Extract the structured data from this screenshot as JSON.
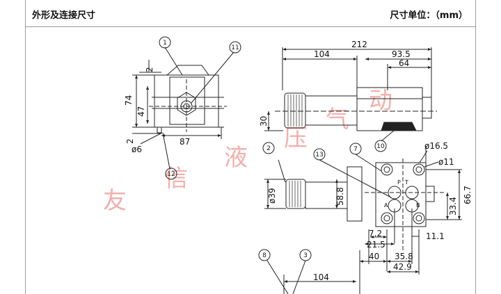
{
  "header": {
    "title": "外形及连接尺寸",
    "unit": "尺寸单位：（mm）"
  },
  "watermark": [
    "友",
    "信",
    "液",
    "压",
    "气",
    "动"
  ],
  "callouts": [
    "1",
    "11",
    "2",
    "12",
    "7",
    "13",
    "10",
    "8",
    "3"
  ],
  "dims": {
    "d212": "212",
    "d104a": "104",
    "d93_5": "93.5",
    "d64": "64",
    "d74": "74",
    "d47": "47",
    "d2a": "2",
    "d2b": "2",
    "d87": "87",
    "phi6": "ø6",
    "d30": "30",
    "phi16_5": "ø16.5",
    "phi11": "ø11",
    "phi39": "ø39",
    "d58_8": "58.8",
    "d66_7": "66.7",
    "d33_4": "33.4",
    "d7_2": "7.2",
    "d21_5": "21.5",
    "d11_1": "11.1",
    "d40": "40",
    "d35_8": "35.8",
    "d42_9": "42.9",
    "d104b": "104"
  },
  "ports": {
    "P": "P",
    "T": "T",
    "A": "A",
    "B": "B"
  },
  "colors": {
    "line": "#222222",
    "watermark": "#f2b0ac",
    "border": "#9a9a9a"
  }
}
